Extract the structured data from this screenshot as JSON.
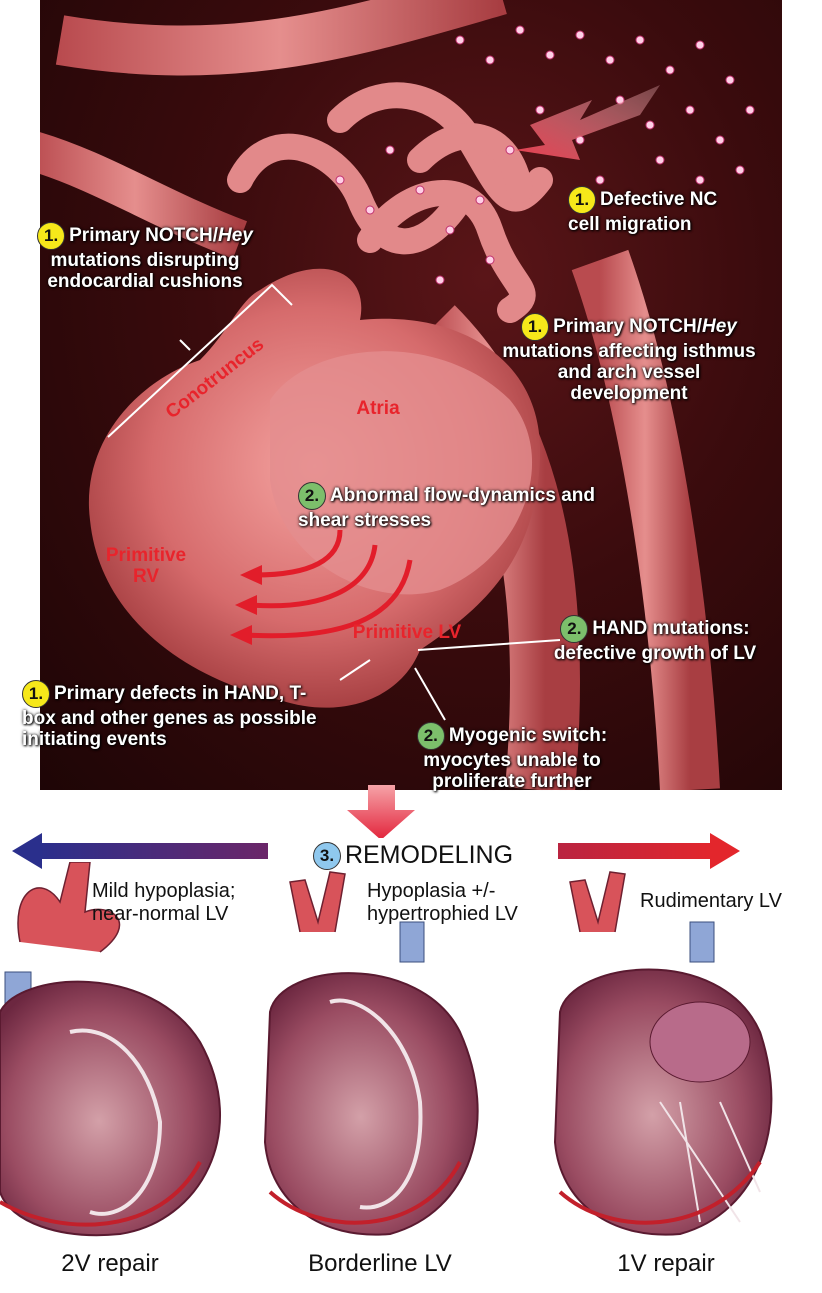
{
  "annotations": {
    "nc_migration": {
      "badge": "1.",
      "text": "Defective NC cell migration"
    },
    "notch_cushions": {
      "badge": "1.",
      "text_a": "Primary NOTCH/",
      "text_em": "Hey",
      "text_b": "mutations disrupting endocardial cushions"
    },
    "notch_isthmus": {
      "badge": "1.",
      "text_a": "Primary NOTCH/",
      "text_em": "Hey",
      "text_b": "mutations affecting isthmus and arch vessel development"
    },
    "flow_dynamics": {
      "badge": "2.",
      "text": "Abnormal flow-dynamics and shear stresses"
    },
    "hand_mutations": {
      "badge": "2.",
      "text": "HAND mutations: defective growth of LV"
    },
    "primary_defects": {
      "badge": "1.",
      "text": "Primary defects in HAND, T-box and other genes as possible initiating events"
    },
    "myogenic_switch": {
      "badge": "2.",
      "text": "Myogenic switch: myocytes unable to proliferate further"
    }
  },
  "structures": {
    "conotruncus": "Conotruncus",
    "atria": "Atria",
    "primitive_rv": "Primitive RV",
    "primitive_lv": "Primitive LV"
  },
  "remodeling": {
    "badge": "3.",
    "label": "REMODELING"
  },
  "hearts": [
    {
      "label": "Mild hypoplasia; near-normal LV",
      "outcome": "2V repair"
    },
    {
      "label": "Hypoplasia +/- hypertrophied LV",
      "outcome": "Borderline LV"
    },
    {
      "label": "Rudimentary LV",
      "outcome": "1V repair"
    }
  ],
  "colors": {
    "spectrum_left": "#2a2f8c",
    "spectrum_right": "#e3262c",
    "badge_stage1": "#f6e81a",
    "badge_stage2": "#7cbf6b",
    "badge_stage3": "#8fc8ee",
    "structure_text": "#e8242c"
  }
}
